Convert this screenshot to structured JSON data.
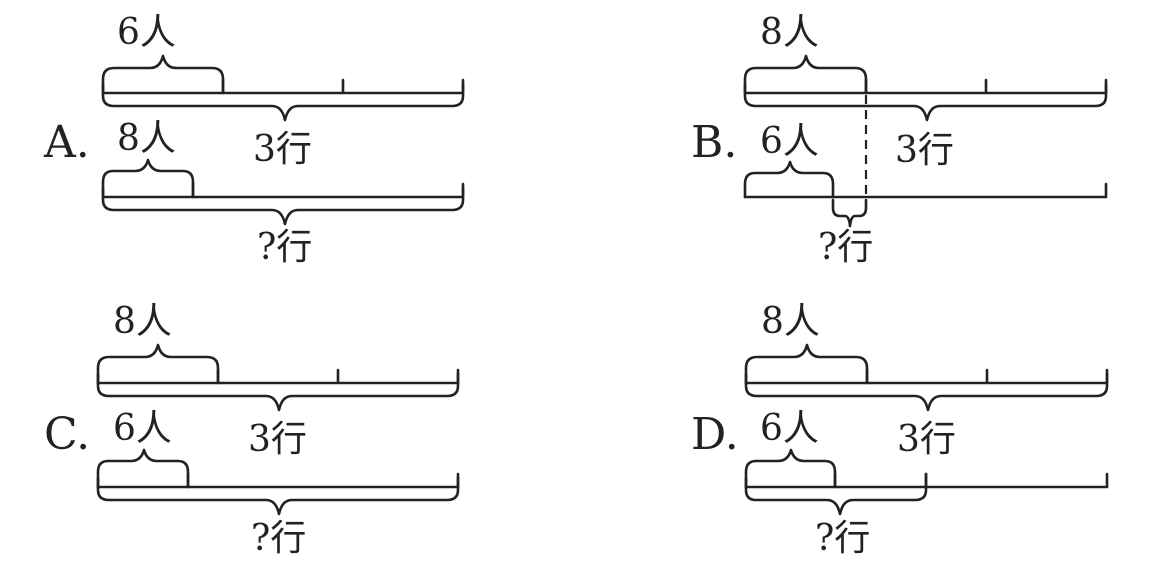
{
  "options": [
    {
      "letter": "A.",
      "top_label": "6人",
      "mid_label": "3行",
      "bottom_top_label": "8人",
      "bottom_label": "?行"
    },
    {
      "letter": "B.",
      "top_label": "8人",
      "mid_label": "3行",
      "bottom_top_label": "6人",
      "bottom_label": "?行"
    },
    {
      "letter": "C.",
      "top_label": "8人",
      "mid_label": "3行",
      "bottom_top_label": "6人",
      "bottom_label": "?行"
    },
    {
      "letter": "D.",
      "top_label": "8人",
      "mid_label": "3行",
      "bottom_top_label": "6人",
      "bottom_label": "?行"
    }
  ]
}
